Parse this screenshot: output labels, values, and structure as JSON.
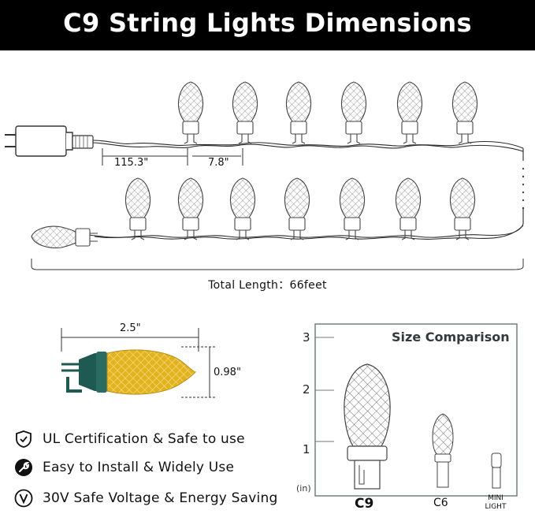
{
  "banner": {
    "title": "C9 String Lights Dimensions"
  },
  "top_diagram": {
    "lead_length": "115.3\"",
    "spacing": "7.8\"",
    "total_length": "Total Length：66feet"
  },
  "bulb_detail": {
    "length": "2.5\"",
    "diameter": "0.98\""
  },
  "features": [
    {
      "icon": "shield-check-icon",
      "label": "UL Certification & Safe to use"
    },
    {
      "icon": "wrench-icon",
      "label": "Easy to Install & Widely Use"
    },
    {
      "icon": "voltage-v-icon",
      "label": "30V Safe Voltage & Energy Saving"
    }
  ],
  "size_comparison": {
    "title": "Size Comparison",
    "scale": [
      "3",
      "2",
      "1"
    ],
    "unit": "(in)",
    "labels": {
      "c9": "C9",
      "c6": "C6",
      "mini_line1": "MINI",
      "mini_line2": "LIGHT"
    }
  },
  "colors": {
    "banner": "#000000",
    "wire": "#2b2b2b",
    "bulb_yellow": "#e3b31f",
    "socket_green": "#1f5a52"
  }
}
